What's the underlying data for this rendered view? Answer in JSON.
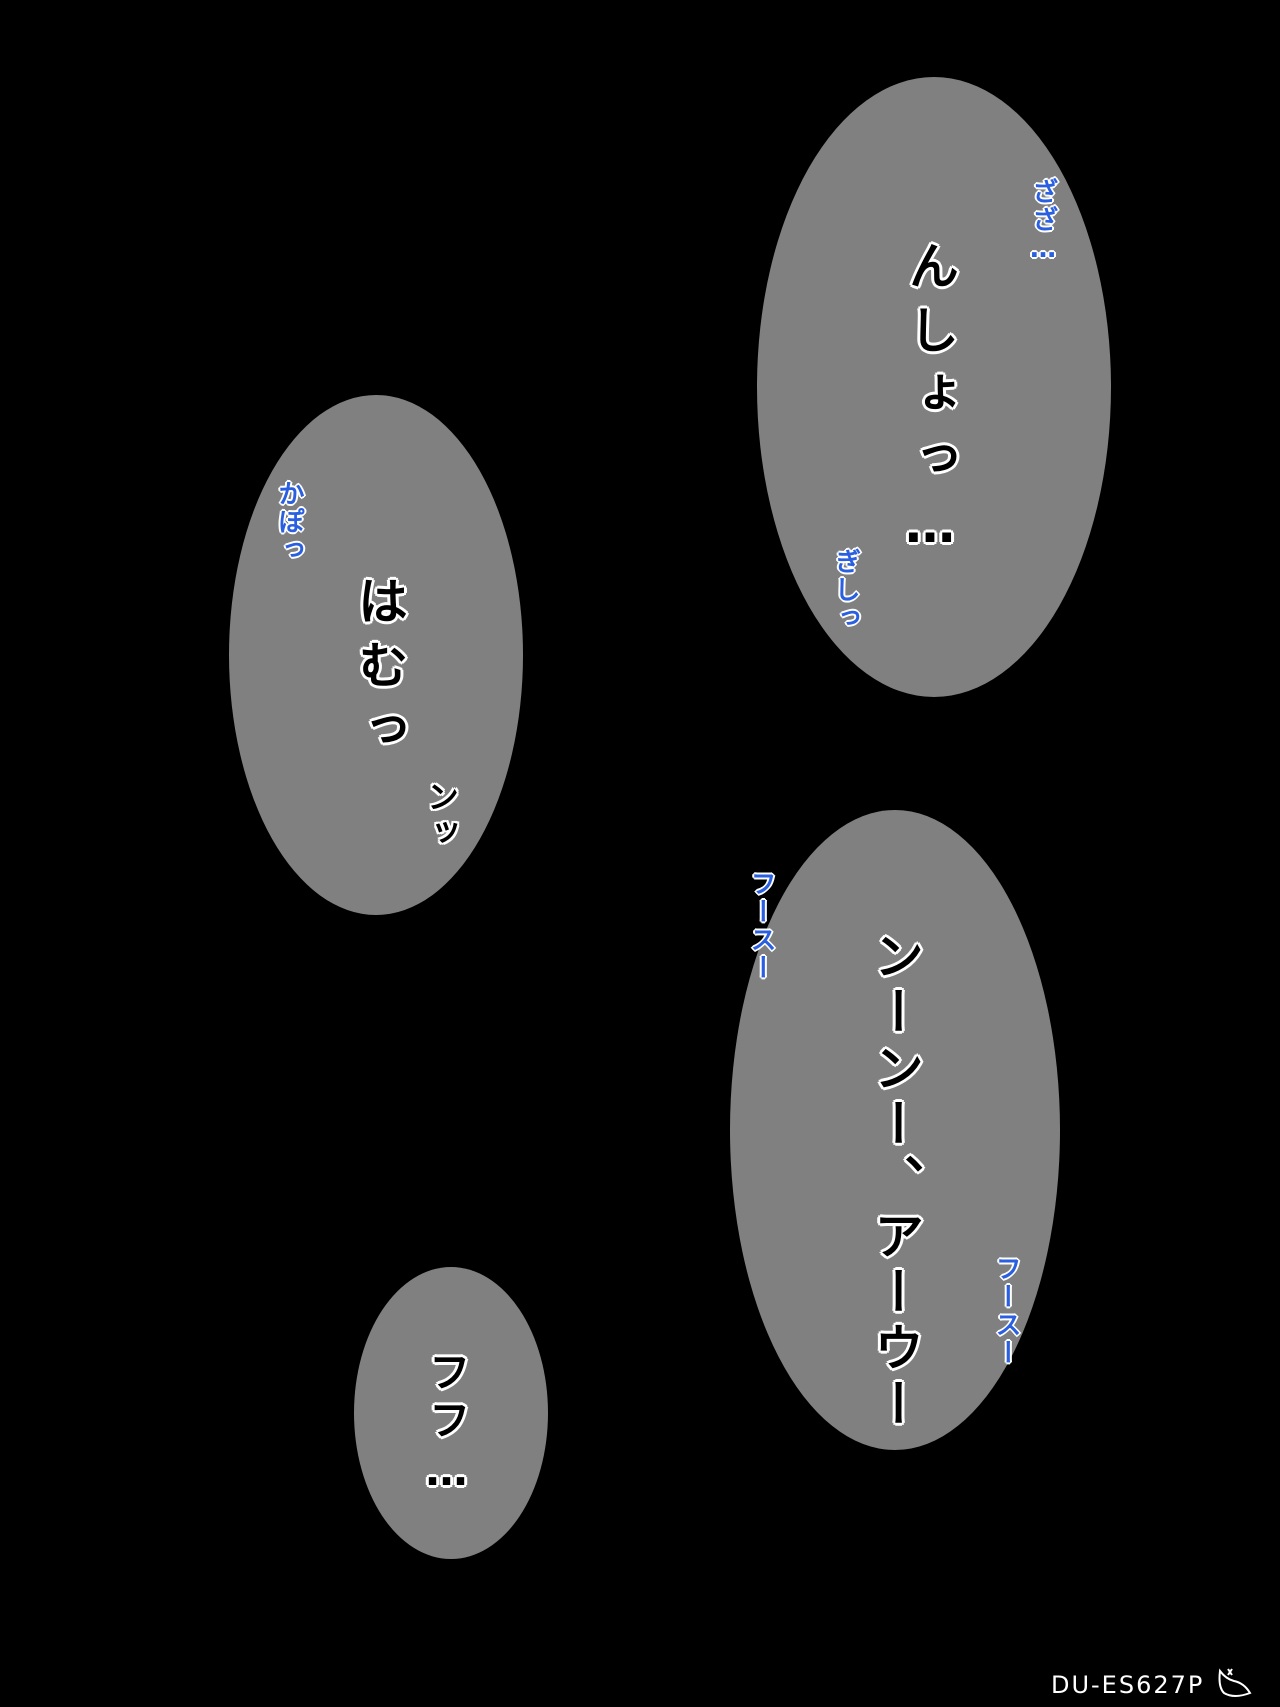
{
  "colors": {
    "background": "#000000",
    "bubble": "#808080",
    "main_text": "#000000",
    "sfx_text": "#2a5fe0",
    "outline": "#ffffff"
  },
  "bubble_top_right": {
    "main": "んしょっ…",
    "sfx_top": "ざざ…",
    "sfx_bottom": "ぎしっ"
  },
  "bubble_left": {
    "main": "はむっ",
    "sfx_top": "かぽっ",
    "sfx_small": "ンッ"
  },
  "bubble_bottom_right": {
    "main": "ンーンー、アーウー",
    "sfx_left": "フースー",
    "sfx_right": "フースー"
  },
  "bubble_bottom_small": {
    "main": "フフ…"
  },
  "watermark": "DU-ES627P"
}
